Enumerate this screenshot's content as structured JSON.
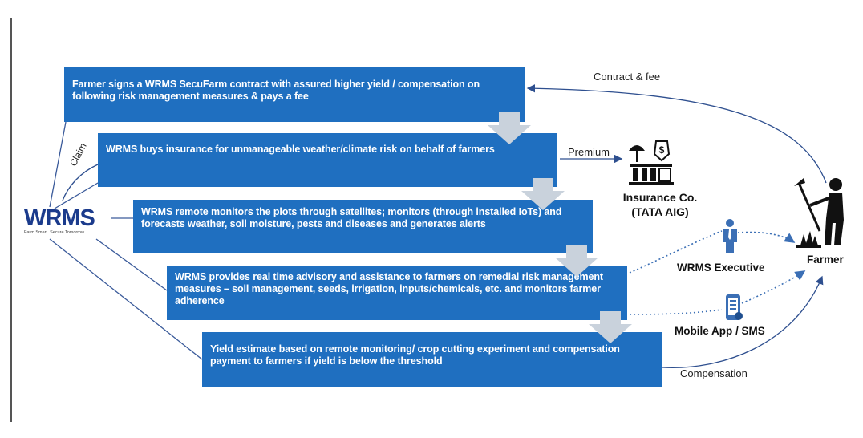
{
  "logo": {
    "wordmark": "WRMS",
    "tagline": "Farm Smart. Secure Tomorrow."
  },
  "boxes": [
    "Farmer signs a WRMS SecuFarm contract with assured higher yield / compensation on following risk management measures & pays a fee",
    "WRMS buys insurance for unmanageable weather/climate risk on behalf of farmers",
    "WRMS remote monitors the plots through satellites; monitors (through installed IoTs) and forecasts weather, soil moisture, pests and diseases and generates alerts",
    "WRMS provides real time advisory and assistance  to farmers on remedial risk management  measures – soil management, seeds, irrigation, inputs/chemicals, etc. and monitors farmer adherence",
    "Yield estimate based on remote monitoring/ crop cutting experiment and compensation payment to farmers if yield is below the threshold"
  ],
  "labels": {
    "claim": "Claim",
    "contract_fee": "Contract & fee",
    "premium": "Premium",
    "compensation": "Compensation"
  },
  "insurer": {
    "name": "Insurance Co.",
    "sub": "(TATA AIG)"
  },
  "executive": "WRMS Executive",
  "mobile": "Mobile App / SMS",
  "farmer": "Farmer",
  "colors": {
    "box": "#1f6fc0",
    "arrow_chevron": "#c9d2dc",
    "logo": "#1b3b8c",
    "line": "#3a5a9a"
  }
}
